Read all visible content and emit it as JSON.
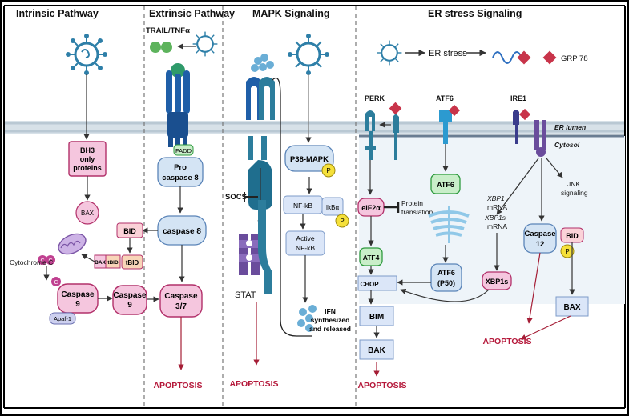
{
  "panels": {
    "intrinsic": "Intrinsic Pathway",
    "extrinsic": "Extrinsic Pathway",
    "mapk": "MAPK Signaling",
    "er": "ER stress Signaling"
  },
  "intrinsic": {
    "bh3": [
      "BH3",
      "only",
      "proteins"
    ],
    "bax": "BAX",
    "cytochrome": "Cytochrome C",
    "c": "C",
    "bax_tbid": "BAX",
    "tbid_small": "tBID",
    "caspase9_left": [
      "Caspase",
      "9"
    ],
    "apaf": "Apaf-1"
  },
  "extrinsic": {
    "ligand": "TRAIL/TNFα",
    "fadd": "FADD",
    "procaspase8": [
      "Pro",
      "caspase 8"
    ],
    "bid": "BID",
    "tbid": "tBID",
    "caspase8": "caspase 8",
    "caspase9": [
      "Caspase",
      "9"
    ],
    "caspase37": [
      "Caspase",
      "3/7"
    ],
    "apoptosis": "APOPTOSIS"
  },
  "mapk": {
    "socs": "SOCS",
    "stat": "STAT",
    "p38": "P38-MAPK",
    "p": "P",
    "nfkb": "NF-kB",
    "ikba": "IkBα",
    "active_nfkb": [
      "Active",
      "NF-kB"
    ],
    "ifn": [
      "IFN",
      "synthesized",
      "and released"
    ],
    "apoptosis": "APOPTOSIS"
  },
  "er": {
    "er_stress": "ER stress",
    "grp78": "GRP 78",
    "perk": "PERK",
    "atf6_top": "ATF6",
    "ire1": "IRE1",
    "er_lumen": "ER lumen",
    "cytosol": "Cytosol",
    "eif2a": "eIF2α",
    "protein_translation": [
      "Protein",
      "translation"
    ],
    "atf6_box": "ATF6",
    "xbp1_mrna": [
      "XBP1",
      "mRNA"
    ],
    "xbp1s_mrna": [
      "XBP1s",
      "mRNA"
    ],
    "jnk": [
      "JNK",
      "signaling"
    ],
    "caspase12": [
      "Caspase",
      "12"
    ],
    "bid": "BID",
    "atf4": "ATF4",
    "atf6_p50": [
      "ATF6",
      "(P50)"
    ],
    "chop": "CHOP",
    "xbp1s": "XBP1s",
    "bim": "BIM",
    "bak": "BAK",
    "bax": "BAX",
    "apoptosis_left": "APOPTOSIS",
    "apoptosis_right": "APOPTOSIS"
  },
  "colors": {
    "pink_fill": "#f5c6de",
    "pink_stroke": "#b2306a",
    "blue_fill": "#d4e4f4",
    "blue_stroke": "#5a84b8",
    "green_fill": "#c9eec9",
    "green_stroke": "#2e9a3e",
    "apoptosis": "#b5183a",
    "membrane": "#c4d3de",
    "receptor_blue": "#1f5fa8",
    "teal": "#2c7d9c",
    "purple": "#6a4c9c",
    "yellow": "#f5e03a",
    "grp_red": "#c8344a"
  }
}
